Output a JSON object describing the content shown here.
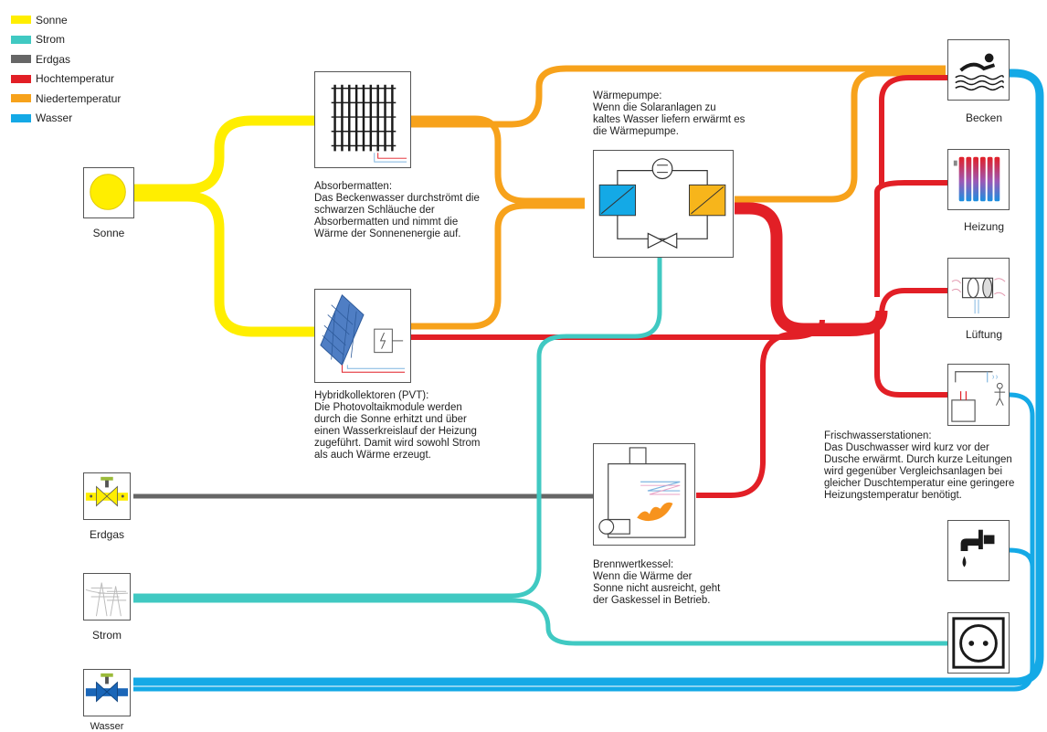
{
  "legend": [
    {
      "label": "Sonne",
      "color": "#ffee00"
    },
    {
      "label": "Strom",
      "color": "#40c9c2"
    },
    {
      "label": "Erdgas",
      "color": "#666666"
    },
    {
      "label": "Hochtemperatur",
      "color": "#e21f26"
    },
    {
      "label": "Niedertemperatur",
      "color": "#f7a21b"
    },
    {
      "label": "Wasser",
      "color": "#14a9e6"
    }
  ],
  "sources": {
    "sonne": "Sonne",
    "erdgas": "Erdgas",
    "strom": "Strom",
    "wasser": "Wasser"
  },
  "components": {
    "absorber": {
      "title": "Absorbermatten:",
      "text": "Das Beckenwasser durchströmt die\nschwarzen Schläuche der\nAbsorbermatten und nimmt die\nWärme der Sonnenenergie auf."
    },
    "pvt": {
      "title": "Hybridkollektoren (PVT):",
      "text": "Die Photovoltaikmodule werden\ndurch die Sonne erhitzt und über\neinen Wasserkreislauf der Heizung\nzugeführt. Damit wird sowohl Strom\nals auch Wärme erzeugt."
    },
    "heatpump": {
      "title": "Wärmepumpe:",
      "text": "Wenn die Solaranlagen zu\nkaltes Wasser liefern erwärmt es\ndie Wärmepumpe."
    },
    "boiler": {
      "title": "Brennwertkessel:",
      "text": "Wenn die Wärme der\nSonne nicht ausreicht, geht\nder Gaskessel in Betrieb."
    },
    "fresh": {
      "title": "Frischwasserstationen:",
      "text": "Das Duschwasser wird kurz vor der\nDusche erwärmt. Durch kurze Leitungen\nwird gegenüber Vergleichsanlagen bei\ngleicher Duschtemperatur eine geringere\nHeizungstemperatur benötigt."
    }
  },
  "consumers": {
    "becken": "Becken",
    "heizung": "Heizung",
    "lueftung": "Lüftung"
  },
  "icons": [
    "sun-icon",
    "gas-valve-icon",
    "power-pylon-icon",
    "water-valve-icon",
    "absorber-mat-icon",
    "pv-panel-icon",
    "heat-pump-icon",
    "boiler-icon",
    "pool-swimmer-icon",
    "radiator-icon",
    "ventilation-icon",
    "shower-station-icon",
    "water-tap-icon",
    "power-socket-icon"
  ]
}
